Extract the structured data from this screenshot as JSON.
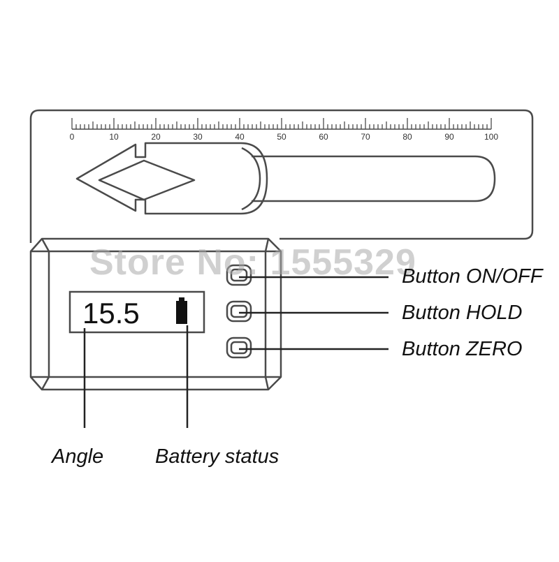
{
  "ruler": {
    "tick_labels": [
      "0",
      "10",
      "20",
      "30",
      "40",
      "50",
      "60",
      "70",
      "80",
      "90",
      "100"
    ]
  },
  "display": {
    "angle_value": "15.5"
  },
  "watermark": "Store No: 1555329",
  "labels": {
    "button_on_off": "Button ON/OFF",
    "button_hold": "Button HOLD",
    "button_zero": "Button ZERO",
    "angle": "Angle",
    "battery_status": "Battery status"
  },
  "icons": {
    "battery": "battery-icon",
    "pointer": "arrow-pointer-icon"
  },
  "colors": {
    "line": "#4a4a4a",
    "text": "#111111",
    "background": "#ffffff"
  }
}
